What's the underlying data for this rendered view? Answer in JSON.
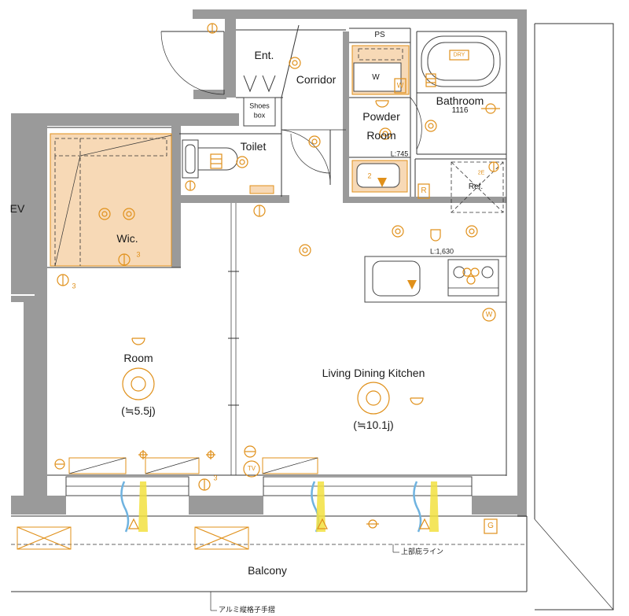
{
  "rooms": {
    "entrance": "Ent.",
    "corridor": "Corridor",
    "ps": "PS",
    "bathroom": "Bathroom",
    "bath_size": "1116",
    "powder_line1": "Powder",
    "powder_line2": "Room",
    "toilet": "Toilet",
    "shoes_line1": "Shoes",
    "shoes_line2": "box",
    "wic": "Wic.",
    "ev": "EV",
    "room": "Room",
    "room_area": "(≒5.5j)",
    "ldk": "Living Dining Kitchen",
    "ldk_area": "(≒10.1j)",
    "balcony": "Balcony",
    "refrigerator": "Ref.",
    "washer": "W"
  },
  "dimensions": {
    "powder_counter": "L:745",
    "kitchen_counter": "L:1,630"
  },
  "symbols": {
    "dry": "DRY",
    "r_mark": "R",
    "w_mark": "W",
    "g_mark": "G",
    "tv_mark": "TV",
    "count_3": "3",
    "count_2": "2",
    "count_2e": "2E"
  },
  "notes": {
    "eave_line": "上部庇ライン",
    "aluminum_railing": "アルミ縦格子手摺"
  },
  "colors": {
    "wall": "#9a9a9a",
    "symbol": "#e0901a",
    "storage_fill": "#f7d9b6",
    "airflow": "#6fb3e0",
    "light": "#f2e040"
  }
}
